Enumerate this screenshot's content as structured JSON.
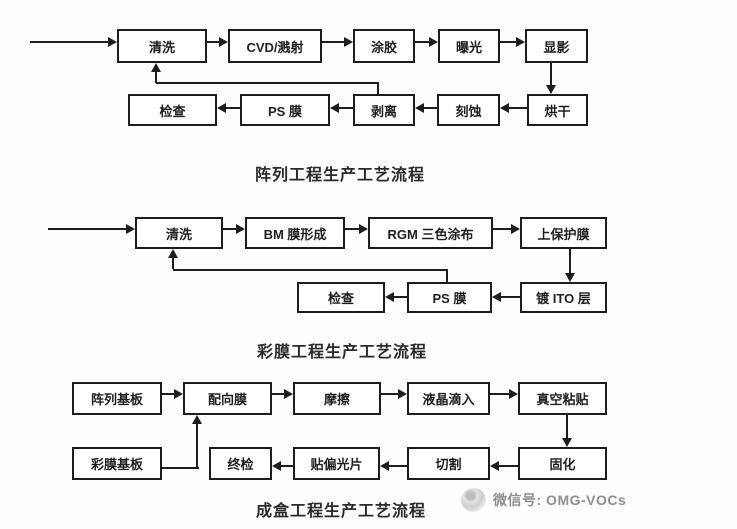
{
  "charts": [
    {
      "title": "阵列工程生产工艺流程",
      "nodes": [
        {
          "id": "cleaning",
          "label": "清洗"
        },
        {
          "id": "cvd-sputtering",
          "label": "CVD/溅射"
        },
        {
          "id": "resist-coating",
          "label": "涂胶"
        },
        {
          "id": "exposure",
          "label": "曝光"
        },
        {
          "id": "development",
          "label": "显影"
        },
        {
          "id": "inspection",
          "label": "检查"
        },
        {
          "id": "ps-film",
          "label": "PS 膜"
        },
        {
          "id": "stripping",
          "label": "剥离"
        },
        {
          "id": "etching",
          "label": "刻蚀"
        },
        {
          "id": "baking",
          "label": "烘干"
        }
      ]
    },
    {
      "title": "彩膜工程生产工艺流程",
      "nodes": [
        {
          "id": "cleaning",
          "label": "清洗"
        },
        {
          "id": "bm-film-forming",
          "label": "BM 膜形成"
        },
        {
          "id": "rgb-tricolor-coating",
          "label": "RGM 三色涂布"
        },
        {
          "id": "protective-film",
          "label": "上保护膜"
        },
        {
          "id": "inspection",
          "label": "检查"
        },
        {
          "id": "ps-film",
          "label": "PS 膜"
        },
        {
          "id": "ito-plating",
          "label": "镀 ITO 层"
        }
      ]
    },
    {
      "title": "成盒工程生产工艺流程",
      "nodes": [
        {
          "id": "array-substrate",
          "label": "阵列基板"
        },
        {
          "id": "alignment-film",
          "label": "配向膜"
        },
        {
          "id": "rubbing",
          "label": "摩擦"
        },
        {
          "id": "lc-dropping",
          "label": "液晶滴入"
        },
        {
          "id": "vacuum-bonding",
          "label": "真空粘贴"
        },
        {
          "id": "cf-substrate",
          "label": "彩膜基板"
        },
        {
          "id": "final-inspection",
          "label": "终检"
        },
        {
          "id": "polarizer-attaching",
          "label": "贴偏光片"
        },
        {
          "id": "cutting",
          "label": "切割"
        },
        {
          "id": "curing",
          "label": "固化"
        }
      ]
    }
  ],
  "watermark": {
    "icon": "wechat-stamp-icon",
    "label": "微信号: OMG-VOCs"
  }
}
